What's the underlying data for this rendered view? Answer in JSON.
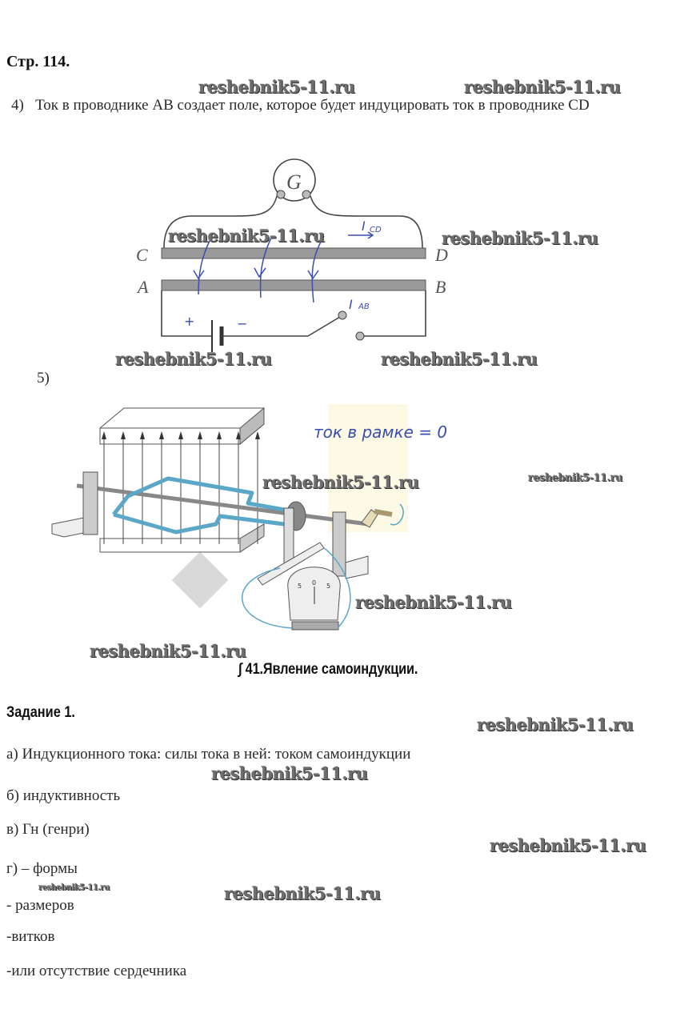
{
  "page": {
    "page_number": "Стр. 114.",
    "item4_number": "4)",
    "item4_text": "Ток в проводнике АВ создает поле, которое будет индуцировать ток в проводнике CD",
    "item5_number": "5)"
  },
  "diagram1": {
    "galvanometer_label": "G",
    "labels": {
      "C": "C",
      "D": "D",
      "A": "A",
      "B": "B"
    },
    "handwritten": {
      "current_cd": "I",
      "current_cd_sub": "CD",
      "current_ab": "I",
      "current_ab_sub": "AB",
      "plus": "+",
      "minus": "−"
    }
  },
  "diagram2": {
    "handwritten_note": "ток в рамке = 0",
    "meter_scale": [
      "5",
      "0",
      "5"
    ]
  },
  "section": {
    "title": "∫ 41.Явление самоиндукции."
  },
  "task1": {
    "title": "Задание 1.",
    "answers": [
      "а) Индукционного тока: силы тока в ней: током самоиндукции",
      "б) индуктивность",
      "в) Гн (генри)",
      "г) – формы",
      "- размеров",
      "-витков",
      "-или отсутствие сердечника"
    ]
  },
  "watermarks": {
    "text": "reshebnik5-11.ru"
  },
  "colors": {
    "ink_handwriting": "#3a4db0",
    "frame_wire": "#5aa7c8",
    "watermark": "#6e6e6e"
  }
}
